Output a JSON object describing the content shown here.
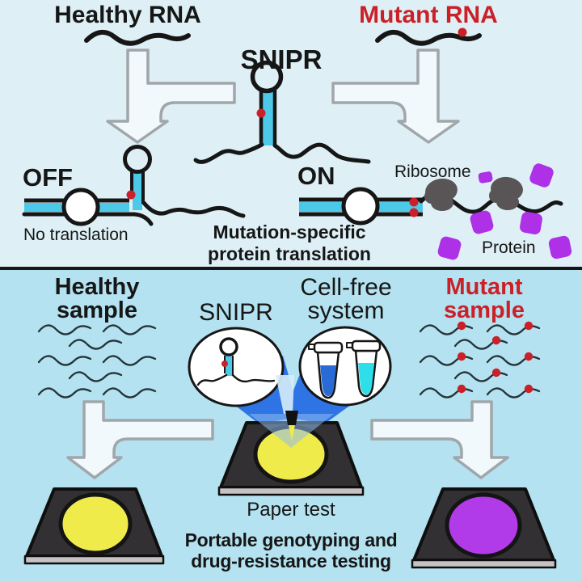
{
  "top_panel": {
    "healthy_rna_label": "Healthy RNA",
    "mutant_rna_label": "Mutant RNA",
    "snipr_label": "SNIPR",
    "off_label": "OFF",
    "on_label": "ON",
    "no_translation_label": "No translation",
    "mutation_caption_line1": "Mutation-specific",
    "mutation_caption_line2": "protein translation",
    "ribosome_label": "Ribosome",
    "protein_label": "Protein"
  },
  "bottom_panel": {
    "healthy_sample_line1": "Healthy",
    "healthy_sample_line2": "sample",
    "snipr_label": "SNIPR",
    "cellfree_line1": "Cell-free",
    "cellfree_line2": "system",
    "mutant_sample_line1": "Mutant",
    "mutant_sample_line2": "sample",
    "paper_test_label": "Paper test",
    "portable_line1": "Portable genotyping and",
    "portable_line2": "drug-resistance testing"
  },
  "colors": {
    "bg_top": "#def0f6",
    "bg_bottom": "#b4e2f0",
    "ink": "#161616",
    "cyan": "#4cc8e8",
    "red": "#cb2027",
    "arrow_fill": "#f1f9fc",
    "arrow_stroke": "#a0a6a9",
    "ribosome": "#595556",
    "protein": "#ae31e8",
    "plate": "#323032",
    "plate_edge": "#c7c3c4",
    "yellow": "#efeb4b",
    "purple": "#b13ae9",
    "tube_blue": "#2a6ad6",
    "tube_cyan": "#2edee8",
    "beam": "#2e74e4",
    "beam_funnel": "#8fbcee",
    "beam_streak": "#d6edf9",
    "squiggle": "#26333a",
    "white": "#ffffff"
  }
}
